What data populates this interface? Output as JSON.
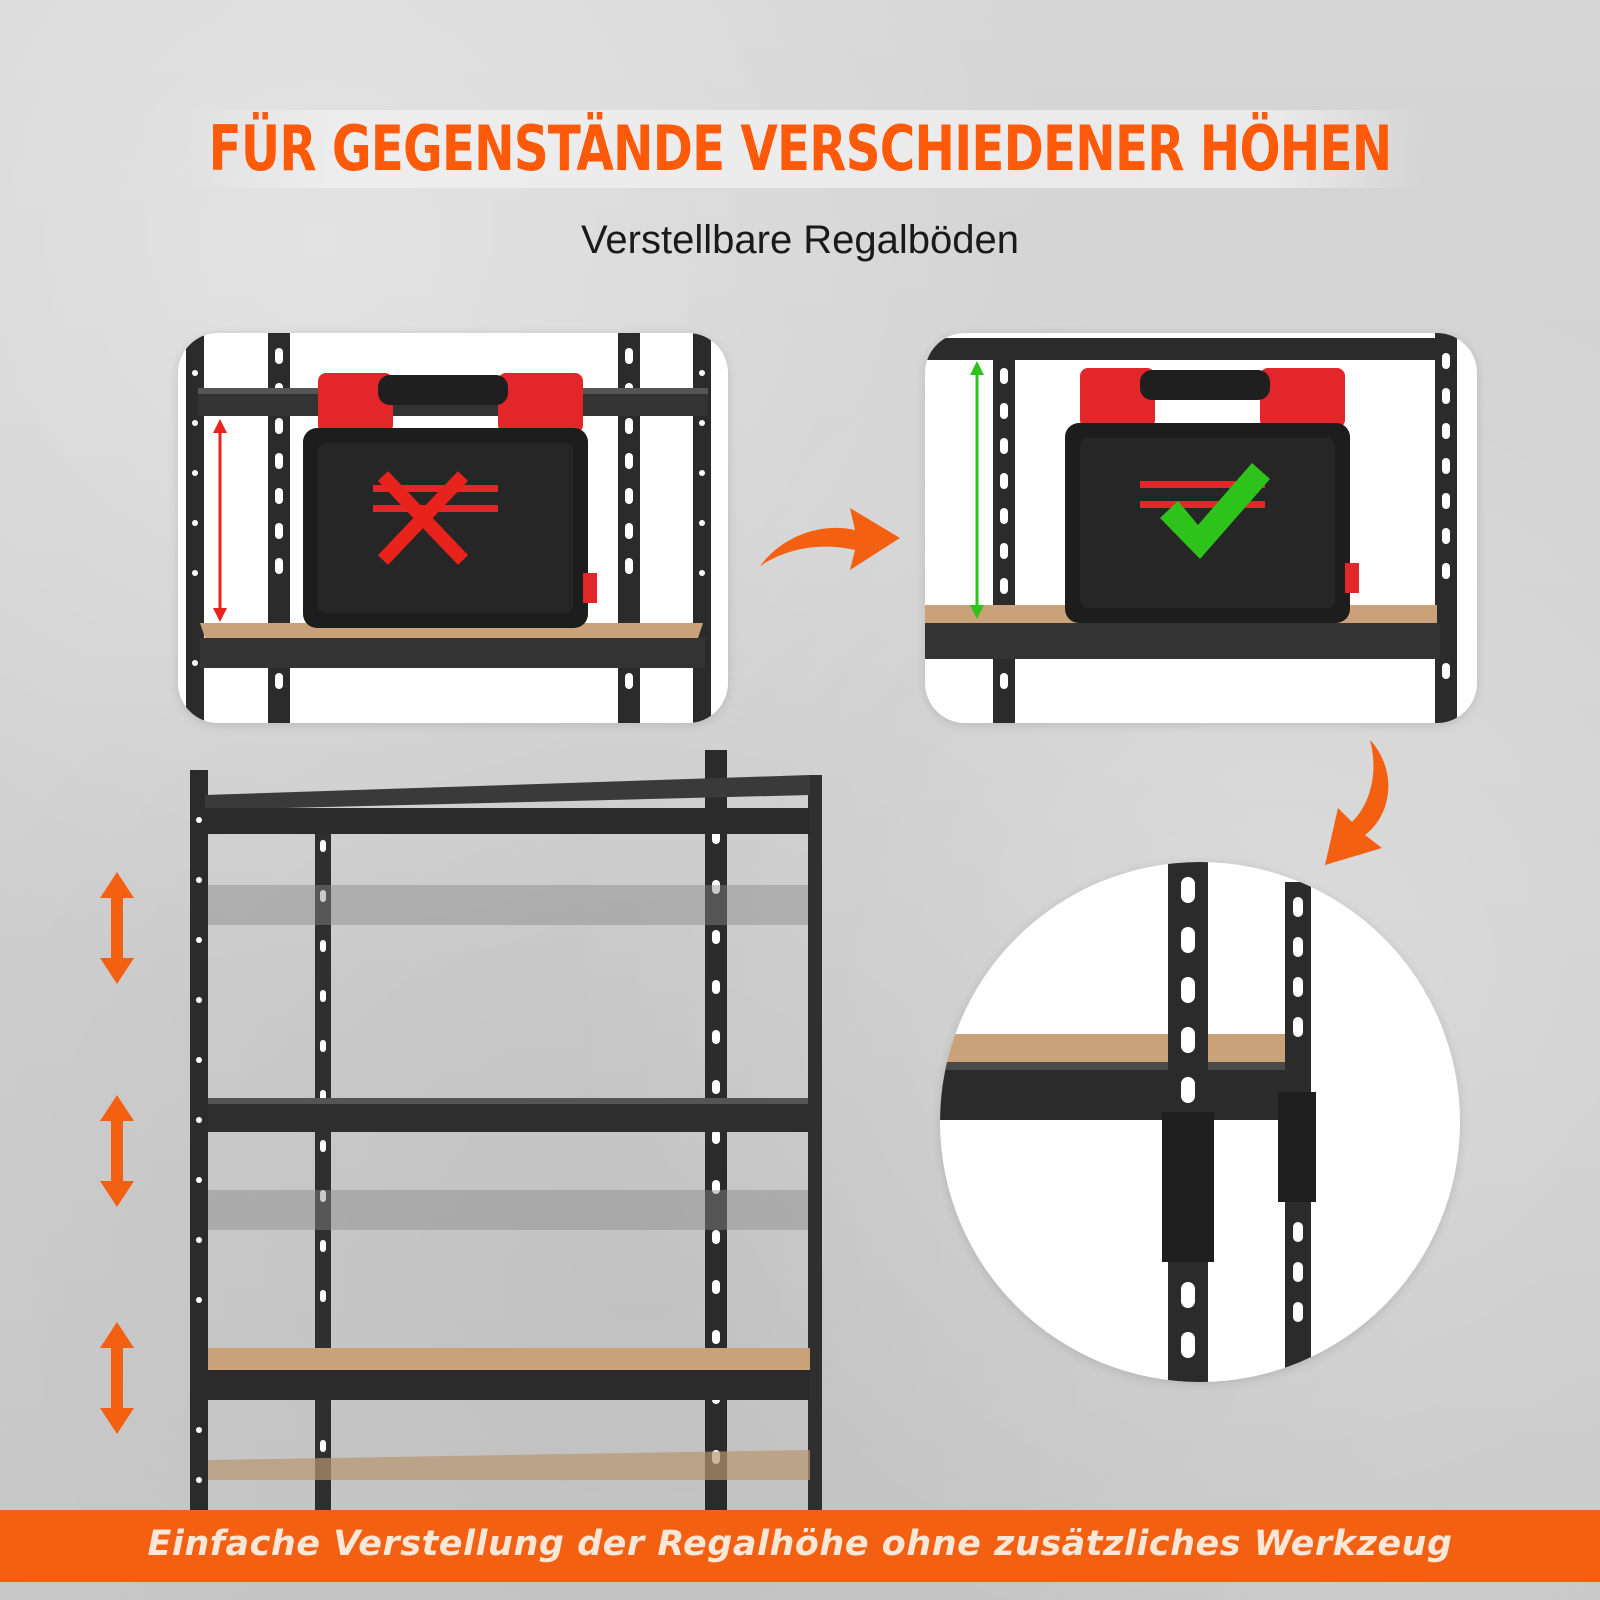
{
  "header": {
    "title": "FÜR GEGENSTÄNDE VERSCHIEDENER HÖHEN",
    "subtitle": "Verstellbare Regalböden"
  },
  "footer": {
    "text": "Einfache Verstellung der Regalhöhe ohne zusätzliches Werkzeug"
  },
  "colors": {
    "accent": "#f36011",
    "title": "#ff5a0a",
    "cross": "#e8231b",
    "check": "#2ec31b",
    "frame": "#2b2b2b",
    "board": "#c9a27a"
  },
  "icons": {
    "left_panel_mark": "cross-icon",
    "right_panel_mark": "check-icon",
    "panel_arrow": "curved-arrow-icon",
    "zoom_arrow": "curved-arrow-down-icon",
    "adjust_arrows": "double-arrow-vertical-icon"
  }
}
